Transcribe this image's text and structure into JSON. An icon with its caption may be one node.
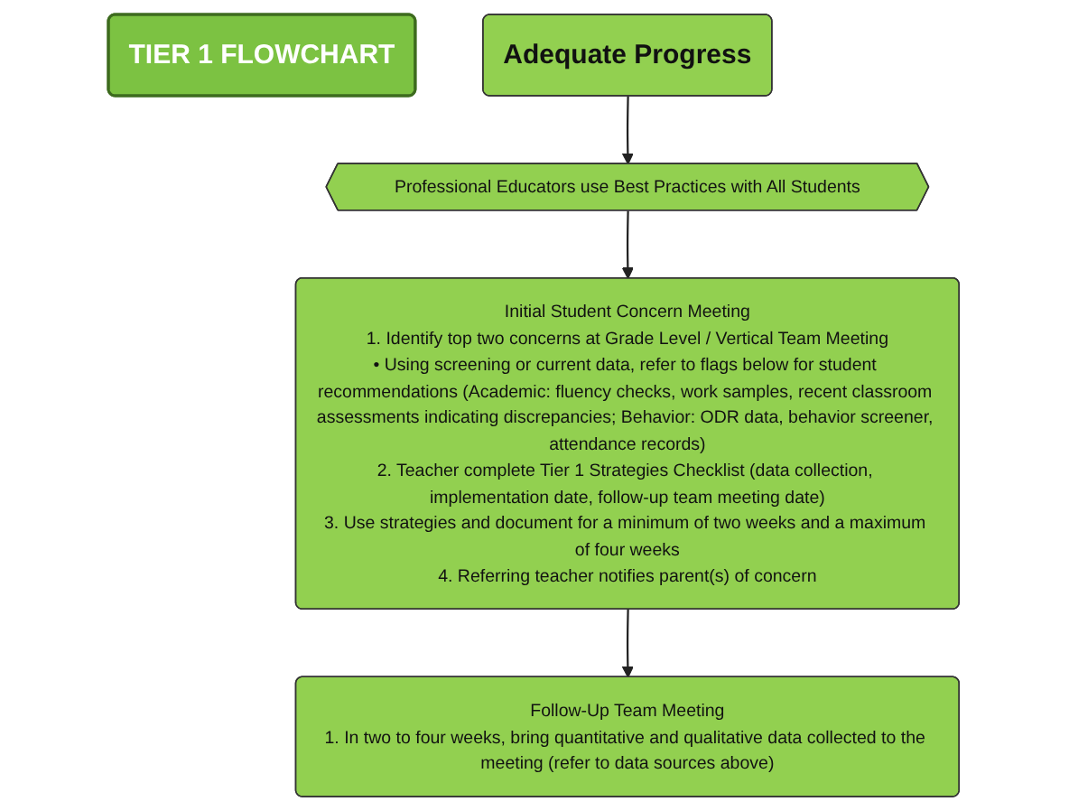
{
  "diagram": {
    "nodes": [
      {
        "text": [
          "TIER 1 FLOWCHART"
        ]
      },
      {
        "text": [
          "Professional Educators use Best Practices with All Students"
        ]
      },
      {
        "text": [
          "Initial Student Concern Meeting",
          "1. Identify top two concerns at Grade Level / Vertical Team Meeting",
          "• Using screening or current data, refer to flags below for student recommendations (Academic: fluency checks, work samples, recent classroom assessments indicating discrepancies; Behavior: ODR data, behavior screener, attendance records)",
          "2. Teacher complete Tier 1 Strategies Checklist (data collection, implementation date, follow-up team meeting date)",
          "3. Use strategies and document for a minimum of two weeks and a maximum of four weeks",
          "4. Referring teacher notifies parent(s) of concern"
        ]
      },
      {
        "text": [
          "Follow-Up Team Meeting",
          "1. In two to four weeks, bring quantitative and qualitative data collected to the meeting (refer to data sources above)"
        ]
      },
      {
        "text": [
          "Adequate Progress"
        ]
      }
    ],
    "edges": [
      {
        "from": 1,
        "to": 2,
        "arrow": "to"
      },
      {
        "from": 2,
        "to": 3,
        "arrow": "to"
      },
      {
        "from": 4,
        "to": 1,
        "arrow": "to"
      }
    ]
  }
}
